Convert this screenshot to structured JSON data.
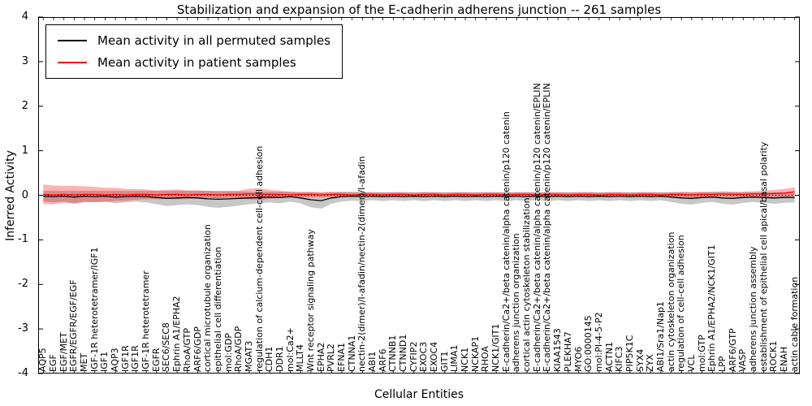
{
  "chart_data": {
    "type": "line",
    "title": "Stabilization and expansion of the E-cadherin adherens junction -- 261 samples",
    "xlabel": "Cellular Entities",
    "ylabel": "Inferred Activity",
    "ylim": [
      -4,
      4
    ],
    "yticks": [
      -4,
      -3,
      -2,
      -1,
      0,
      1,
      2,
      3,
      4
    ],
    "grid": false,
    "zero_line": true,
    "legend_position": "upper left",
    "categories": [
      "AQP5",
      "EGF",
      "EGF/MET",
      "EGFR/EGFR/EGF/EGF",
      "MET",
      "IGF-1R heterotetramer/IGF1",
      "IGF1",
      "AQP3",
      "IGF1R",
      "IGF1R",
      "IGF-1R heterotetramer",
      "EGFR",
      "SEC6/SEC8",
      "Ephrin A1/EPHA2",
      "RhoA/GTP",
      "ARF6/GDP",
      "cortical microtubule organization",
      "epithelial cell differentiation",
      "mol:GDP",
      "RhoA/GDP",
      "MGAT3",
      "regulation of calcium-dependent cell-cell adhesion",
      "CDH1",
      "DDR1",
      "mol:Ca2+",
      "MLLT4",
      "Wnt receptor signaling pathway",
      "EPHA2",
      "PVRL2",
      "EFNA1",
      "CTNNA1",
      "nectin-2(dimer)/I-afadin/nectin-2(dimer)/I-afadin",
      "ABI1",
      "ARF6",
      "CTNNB1",
      "CTNND1",
      "CYFIP2",
      "EXOC3",
      "EXOC4",
      "GIT1",
      "LIMA1",
      "NCK1",
      "NCKAP1",
      "RHOA",
      "NCK1/GIT1",
      "E-cadherin/Ca2+/beta catenin/alpha catenin/p120 catenin",
      "adherens junction organization",
      "cortical actin cytoskeleton stabilization",
      "E-cadherin/Ca2+/beta catenin/alpha catenin/p120 catenin/EPLIN",
      "E-cadherin/Ca2+/beta catenin/alpha catenin/p120 catenin/EPLIN",
      "KIAA1543",
      "PLEKHA7",
      "MYO6",
      "GO:0000145",
      "mol:PI-4-5-P2",
      "ACTN1",
      "KIFC3",
      "PIP5K1C",
      "SYX4",
      "ZYX",
      "ABI1/Sra1/Nap1",
      "actin cytoskeleton organization",
      "regulation of cell-cell adhesion",
      "VCL",
      "mol:GTP",
      "Ephrin A1/EPHA2/NCK1/GIT1",
      "LPP",
      "ARF6/GTP",
      "VASP",
      "adherens junction assembly",
      "establishment of epithelial cell apical/basal polarity",
      "ROCK1",
      "ENAH",
      "actin cable formation"
    ],
    "series": [
      {
        "name": "Mean activity in all permuted samples",
        "color": "#000000",
        "band_color": "rgba(0,0,0,0.22)",
        "values": [
          -0.02,
          -0.03,
          -0.02,
          -0.04,
          -0.02,
          -0.03,
          -0.02,
          -0.04,
          -0.03,
          -0.02,
          -0.03,
          -0.05,
          -0.07,
          -0.06,
          -0.05,
          -0.06,
          -0.08,
          -0.09,
          -0.08,
          -0.07,
          -0.06,
          -0.05,
          -0.04,
          -0.05,
          -0.03,
          -0.06,
          -0.1,
          -0.12,
          -0.06,
          -0.03,
          -0.02,
          -0.03,
          -0.02,
          -0.03,
          -0.02,
          -0.03,
          -0.02,
          -0.03,
          -0.02,
          -0.03,
          -0.02,
          -0.03,
          -0.02,
          -0.03,
          -0.02,
          -0.03,
          -0.02,
          -0.03,
          -0.02,
          -0.03,
          -0.02,
          -0.03,
          -0.02,
          -0.03,
          -0.02,
          -0.03,
          -0.02,
          -0.03,
          -0.02,
          -0.03,
          -0.02,
          -0.04,
          -0.06,
          -0.07,
          -0.05,
          -0.04,
          -0.06,
          -0.07,
          -0.05,
          -0.04,
          -0.05,
          -0.06,
          -0.05,
          -0.05
        ],
        "band": [
          0.12,
          0.13,
          0.12,
          0.14,
          0.12,
          0.13,
          0.12,
          0.14,
          0.13,
          0.12,
          0.13,
          0.15,
          0.17,
          0.16,
          0.15,
          0.16,
          0.18,
          0.19,
          0.18,
          0.16,
          0.14,
          0.13,
          0.12,
          0.13,
          0.11,
          0.12,
          0.17,
          0.18,
          0.13,
          0.11,
          0.1,
          0.1,
          0.09,
          0.1,
          0.09,
          0.1,
          0.09,
          0.1,
          0.09,
          0.1,
          0.09,
          0.1,
          0.09,
          0.1,
          0.09,
          0.1,
          0.09,
          0.1,
          0.09,
          0.1,
          0.09,
          0.1,
          0.09,
          0.1,
          0.09,
          0.1,
          0.09,
          0.1,
          0.09,
          0.1,
          0.09,
          0.11,
          0.13,
          0.14,
          0.12,
          0.11,
          0.13,
          0.14,
          0.12,
          0.11,
          0.12,
          0.13,
          0.12,
          0.11
        ]
      },
      {
        "name": "Mean activity in patient samples",
        "color": "#ff0000",
        "band_color": "rgba(255,0,0,0.30)",
        "values": [
          0.02,
          0.01,
          0.02,
          0.01,
          0.02,
          0.02,
          0.01,
          0.02,
          0.01,
          0.02,
          0.02,
          0.01,
          0.02,
          0.02,
          0.01,
          0.02,
          0.02,
          0.01,
          0.02,
          0.02,
          0.03,
          0.03,
          0.02,
          0.02,
          0.01,
          0.02,
          0.02,
          0.01,
          0.02,
          0.02,
          0.01,
          0.02,
          0.02,
          0.01,
          0.02,
          0.02,
          0.01,
          0.02,
          0.02,
          0.01,
          0.02,
          0.02,
          0.01,
          0.02,
          0.02,
          0.01,
          0.02,
          0.02,
          0.01,
          0.02,
          0.02,
          0.01,
          0.02,
          0.02,
          0.01,
          0.02,
          0.02,
          0.01,
          0.02,
          0.02,
          0.01,
          0.02,
          0.02,
          0.01,
          0.02,
          0.02,
          0.03,
          0.02,
          0.02,
          0.03,
          0.03,
          0.04,
          0.05,
          0.08
        ],
        "band": [
          0.22,
          0.21,
          0.19,
          0.2,
          0.18,
          0.17,
          0.16,
          0.15,
          0.13,
          0.12,
          0.11,
          0.1,
          0.1,
          0.11,
          0.1,
          0.09,
          0.08,
          0.08,
          0.07,
          0.08,
          0.12,
          0.13,
          0.1,
          0.08,
          0.07,
          0.06,
          0.06,
          0.06,
          0.06,
          0.05,
          0.05,
          0.05,
          0.05,
          0.05,
          0.05,
          0.05,
          0.05,
          0.05,
          0.05,
          0.05,
          0.05,
          0.05,
          0.05,
          0.05,
          0.05,
          0.05,
          0.05,
          0.05,
          0.05,
          0.05,
          0.05,
          0.05,
          0.05,
          0.05,
          0.05,
          0.05,
          0.05,
          0.05,
          0.05,
          0.05,
          0.05,
          0.05,
          0.06,
          0.06,
          0.06,
          0.06,
          0.06,
          0.06,
          0.06,
          0.06,
          0.07,
          0.08,
          0.09,
          0.1
        ]
      }
    ]
  }
}
